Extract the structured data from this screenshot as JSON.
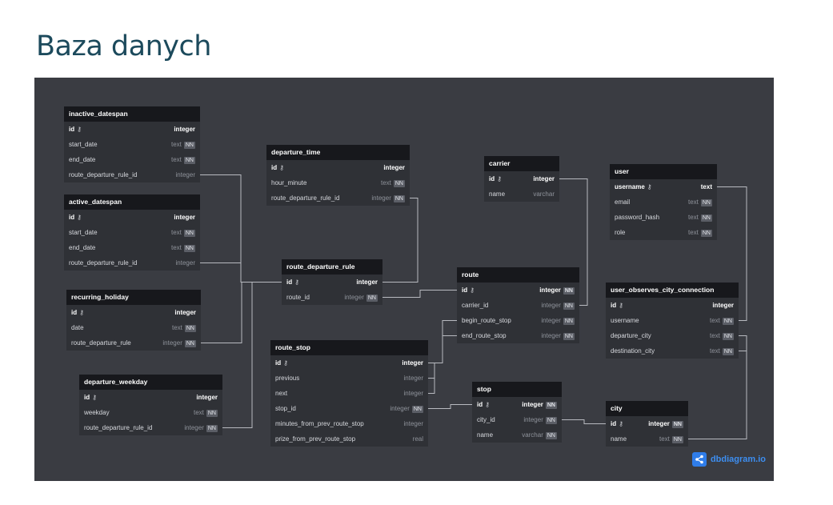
{
  "page": {
    "title": "Baza danych"
  },
  "brand": {
    "label": "dbdiagram.io"
  },
  "colors": {
    "canvas": "#3a3c42",
    "table_body": "#2f3136",
    "table_header": "#17181c",
    "link": "#b8bac0",
    "brand": "#2f7de9",
    "title": "#1c4a5c"
  },
  "tables": [
    {
      "name": "inactive_datespan",
      "rows": [
        {
          "name": "id",
          "type": "integer",
          "pk": true,
          "nn": false
        },
        {
          "name": "start_date",
          "type": "text",
          "nn": true
        },
        {
          "name": "end_date",
          "type": "text",
          "nn": true
        },
        {
          "name": "route_departure_rule_id",
          "type": "integer",
          "nn": false
        }
      ]
    },
    {
      "name": "active_datespan",
      "rows": [
        {
          "name": "id",
          "type": "integer",
          "pk": true,
          "nn": false
        },
        {
          "name": "start_date",
          "type": "text",
          "nn": true
        },
        {
          "name": "end_date",
          "type": "text",
          "nn": true
        },
        {
          "name": "route_departure_rule_id",
          "type": "integer",
          "nn": false
        }
      ]
    },
    {
      "name": "recurring_holiday",
      "rows": [
        {
          "name": "id",
          "type": "integer",
          "pk": true,
          "nn": false
        },
        {
          "name": "date",
          "type": "text",
          "nn": true
        },
        {
          "name": "route_departure_rule",
          "type": "integer",
          "nn": true
        }
      ]
    },
    {
      "name": "departure_weekday",
      "rows": [
        {
          "name": "id",
          "type": "integer",
          "pk": true,
          "nn": false
        },
        {
          "name": "weekday",
          "type": "text",
          "nn": true
        },
        {
          "name": "route_departure_rule_id",
          "type": "integer",
          "nn": true
        }
      ]
    },
    {
      "name": "departure_time",
      "rows": [
        {
          "name": "id",
          "type": "integer",
          "pk": true,
          "nn": false
        },
        {
          "name": "hour_minute",
          "type": "text",
          "nn": true
        },
        {
          "name": "route_departure_rule_id",
          "type": "integer",
          "nn": true
        }
      ]
    },
    {
      "name": "route_departure_rule",
      "rows": [
        {
          "name": "id",
          "type": "integer",
          "pk": true,
          "nn": false
        },
        {
          "name": "route_id",
          "type": "integer",
          "nn": true
        }
      ]
    },
    {
      "name": "route_stop",
      "rows": [
        {
          "name": "id",
          "type": "integer",
          "pk": true,
          "nn": false
        },
        {
          "name": "previous",
          "type": "integer",
          "nn": false
        },
        {
          "name": "next",
          "type": "integer",
          "nn": false
        },
        {
          "name": "stop_id",
          "type": "integer",
          "nn": true
        },
        {
          "name": "minutes_from_prev_route_stop",
          "type": "integer",
          "nn": false
        },
        {
          "name": "prize_from_prev_route_stop",
          "type": "real",
          "nn": false
        }
      ]
    },
    {
      "name": "carrier",
      "rows": [
        {
          "name": "id",
          "type": "integer",
          "pk": true,
          "nn": false
        },
        {
          "name": "name",
          "type": "varchar",
          "nn": false
        }
      ]
    },
    {
      "name": "route",
      "rows": [
        {
          "name": "id",
          "type": "integer",
          "pk": true,
          "nn": true
        },
        {
          "name": "carrier_id",
          "type": "integer",
          "nn": true
        },
        {
          "name": "begin_route_stop",
          "type": "integer",
          "nn": true
        },
        {
          "name": "end_route_stop",
          "type": "integer",
          "nn": true
        }
      ]
    },
    {
      "name": "stop",
      "rows": [
        {
          "name": "id",
          "type": "integer",
          "pk": true,
          "nn": true
        },
        {
          "name": "city_id",
          "type": "integer",
          "nn": true
        },
        {
          "name": "name",
          "type": "varchar",
          "nn": true
        }
      ]
    },
    {
      "name": "user",
      "rows": [
        {
          "name": "username",
          "type": "text",
          "pk": true,
          "nn": false
        },
        {
          "name": "email",
          "type": "text",
          "nn": true
        },
        {
          "name": "password_hash",
          "type": "text",
          "nn": true
        },
        {
          "name": "role",
          "type": "text",
          "nn": true
        }
      ]
    },
    {
      "name": "user_observes_city_connection",
      "rows": [
        {
          "name": "id",
          "type": "integer",
          "pk": true,
          "nn": false
        },
        {
          "name": "username",
          "type": "text",
          "nn": true
        },
        {
          "name": "departure_city",
          "type": "text",
          "nn": true
        },
        {
          "name": "destination_city",
          "type": "text",
          "nn": true
        }
      ]
    },
    {
      "name": "city",
      "rows": [
        {
          "name": "id",
          "type": "integer",
          "pk": true,
          "nn": true
        },
        {
          "name": "name",
          "type": "text",
          "nn": true
        }
      ]
    }
  ],
  "relations": [
    {
      "from": "inactive_datespan.route_departure_rule_id",
      "to": "route_departure_rule.id"
    },
    {
      "from": "active_datespan.route_departure_rule_id",
      "to": "route_departure_rule.id"
    },
    {
      "from": "recurring_holiday.route_departure_rule",
      "to": "route_departure_rule.id"
    },
    {
      "from": "departure_weekday.route_departure_rule_id",
      "to": "route_departure_rule.id"
    },
    {
      "from": "departure_time.route_departure_rule_id",
      "to": "route_departure_rule.id"
    },
    {
      "from": "route_departure_rule.route_id",
      "to": "route.id"
    },
    {
      "from": "route.carrier_id",
      "to": "carrier.id"
    },
    {
      "from": "route.begin_route_stop",
      "to": "route_stop.id"
    },
    {
      "from": "route.end_route_stop",
      "to": "route_stop.id"
    },
    {
      "from": "route_stop.previous",
      "to": "route_stop.id"
    },
    {
      "from": "route_stop.next",
      "to": "route_stop.id"
    },
    {
      "from": "route_stop.stop_id",
      "to": "stop.id"
    },
    {
      "from": "stop.city_id",
      "to": "city.id"
    },
    {
      "from": "user_observes_city_connection.username",
      "to": "user.username"
    },
    {
      "from": "user_observes_city_connection.departure_city",
      "to": "city.name"
    },
    {
      "from": "user_observes_city_connection.destination_city",
      "to": "city.name"
    }
  ]
}
